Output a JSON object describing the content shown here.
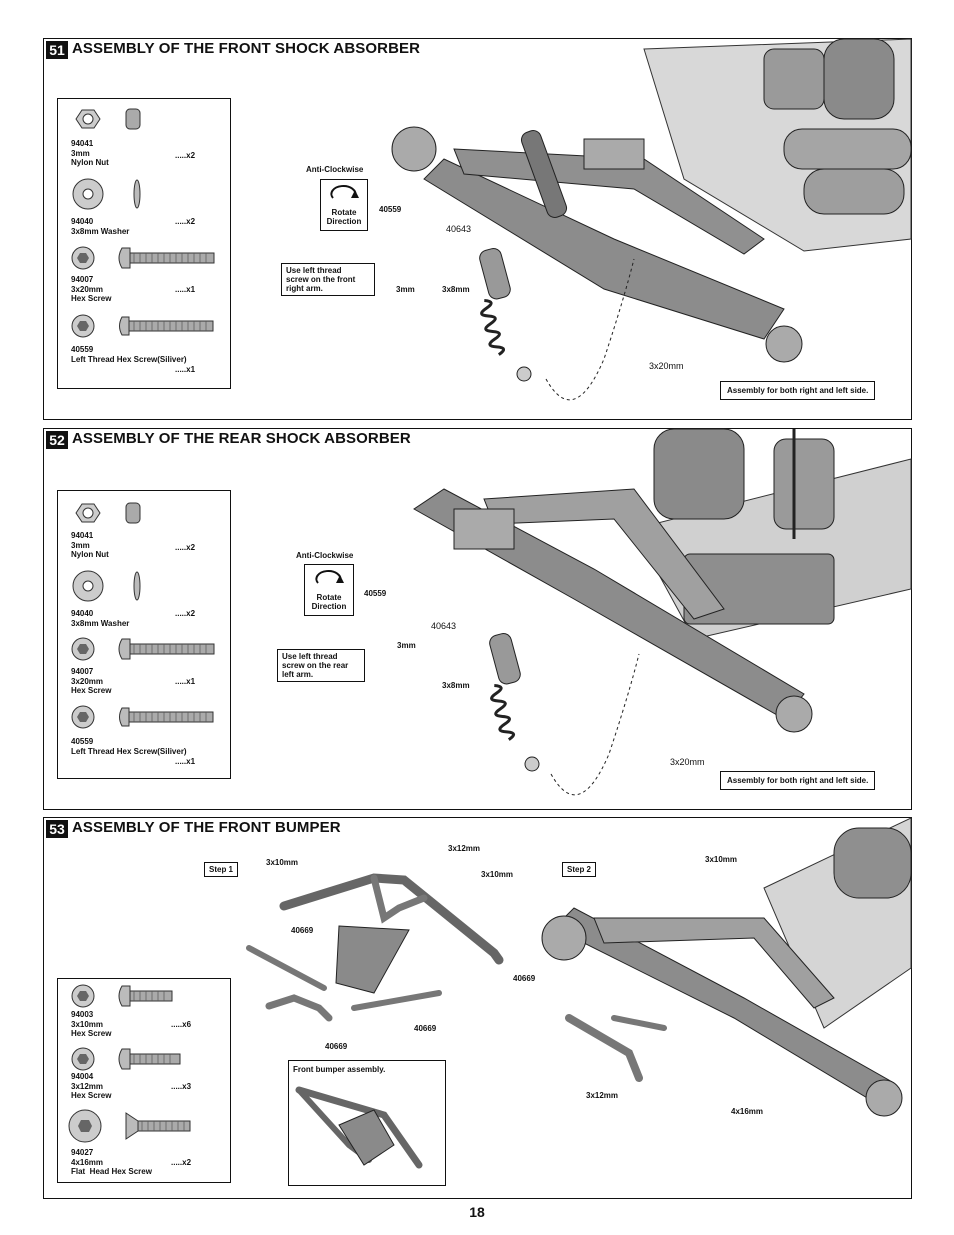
{
  "steps": [
    {
      "number": "51",
      "title": "ASSEMBLY OF THE FRONT SHOCK ABSORBER",
      "parts": [
        {
          "text": "94041\n3mm\nNylon Nut",
          "qty": ".....x2"
        },
        {
          "text": "94040\n3x8mm Washer",
          "qty": ".....x2"
        },
        {
          "text": "94007\n3x20mm\nHex Screw",
          "qty": ".....x1"
        },
        {
          "text": "40559\nLeft Thread Hex Screw(Siliver)",
          "qty": ".....x1"
        }
      ],
      "labels": {
        "rotation": "Anti-Clockwise",
        "rotate_box": "Rotate\nDirection",
        "screw_code": "40559",
        "shock_code": "40643",
        "nut": "3mm",
        "washer": "3x8mm",
        "bolt": "3x20mm",
        "callout": "Use left thread\nscrew on the front\nright arm.",
        "note": "Assembly for both right and left side."
      }
    },
    {
      "number": "52",
      "title": "ASSEMBLY OF THE REAR SHOCK ABSORBER",
      "parts": [
        {
          "text": "94041\n3mm\nNylon Nut",
          "qty": ".....x2"
        },
        {
          "text": "94040\n3x8mm Washer",
          "qty": ".....x2"
        },
        {
          "text": "94007\n3x20mm\nHex Screw",
          "qty": ".....x1"
        },
        {
          "text": "40559\nLeft Thread Hex Screw(Siliver)",
          "qty": ".....x1"
        }
      ],
      "labels": {
        "rotation": "Anti-Clockwise",
        "rotate_box": "Rotate\nDirection",
        "screw_code": "40559",
        "shock_code": "40643",
        "nut": "3mm",
        "washer": "3x8mm",
        "bolt": "3x20mm",
        "callout": "Use left thread\nscrew on the rear\nleft arm.",
        "note": "Assembly for both right and left side."
      }
    },
    {
      "number": "53",
      "title": "ASSEMBLY OF THE FRONT BUMPER",
      "parts": [
        {
          "text": "94003\n3x10mm\nHex Screw",
          "qty": ".....x6"
        },
        {
          "text": "94004\n3x12mm\nHex Screw",
          "qty": ".....x3"
        },
        {
          "text": "94027\n4x16mm\nFlat  Head Hex Screw",
          "qty": ".....x2"
        }
      ],
      "labels": {
        "step1": "Step 1",
        "step2": "Step 2",
        "s1_3x10": "3x10mm",
        "s1_3x12": "3x12mm",
        "s1_3x10b": "3x10mm",
        "part_a": "40669",
        "part_b": "40669",
        "part_c": "40669",
        "part_d": "40669",
        "s2_3x10": "3x10mm",
        "s2_3x12": "3x12mm",
        "s2_4x16": "4x16mm",
        "inset": "Front bumper assembly."
      }
    }
  ],
  "page_number": "18"
}
